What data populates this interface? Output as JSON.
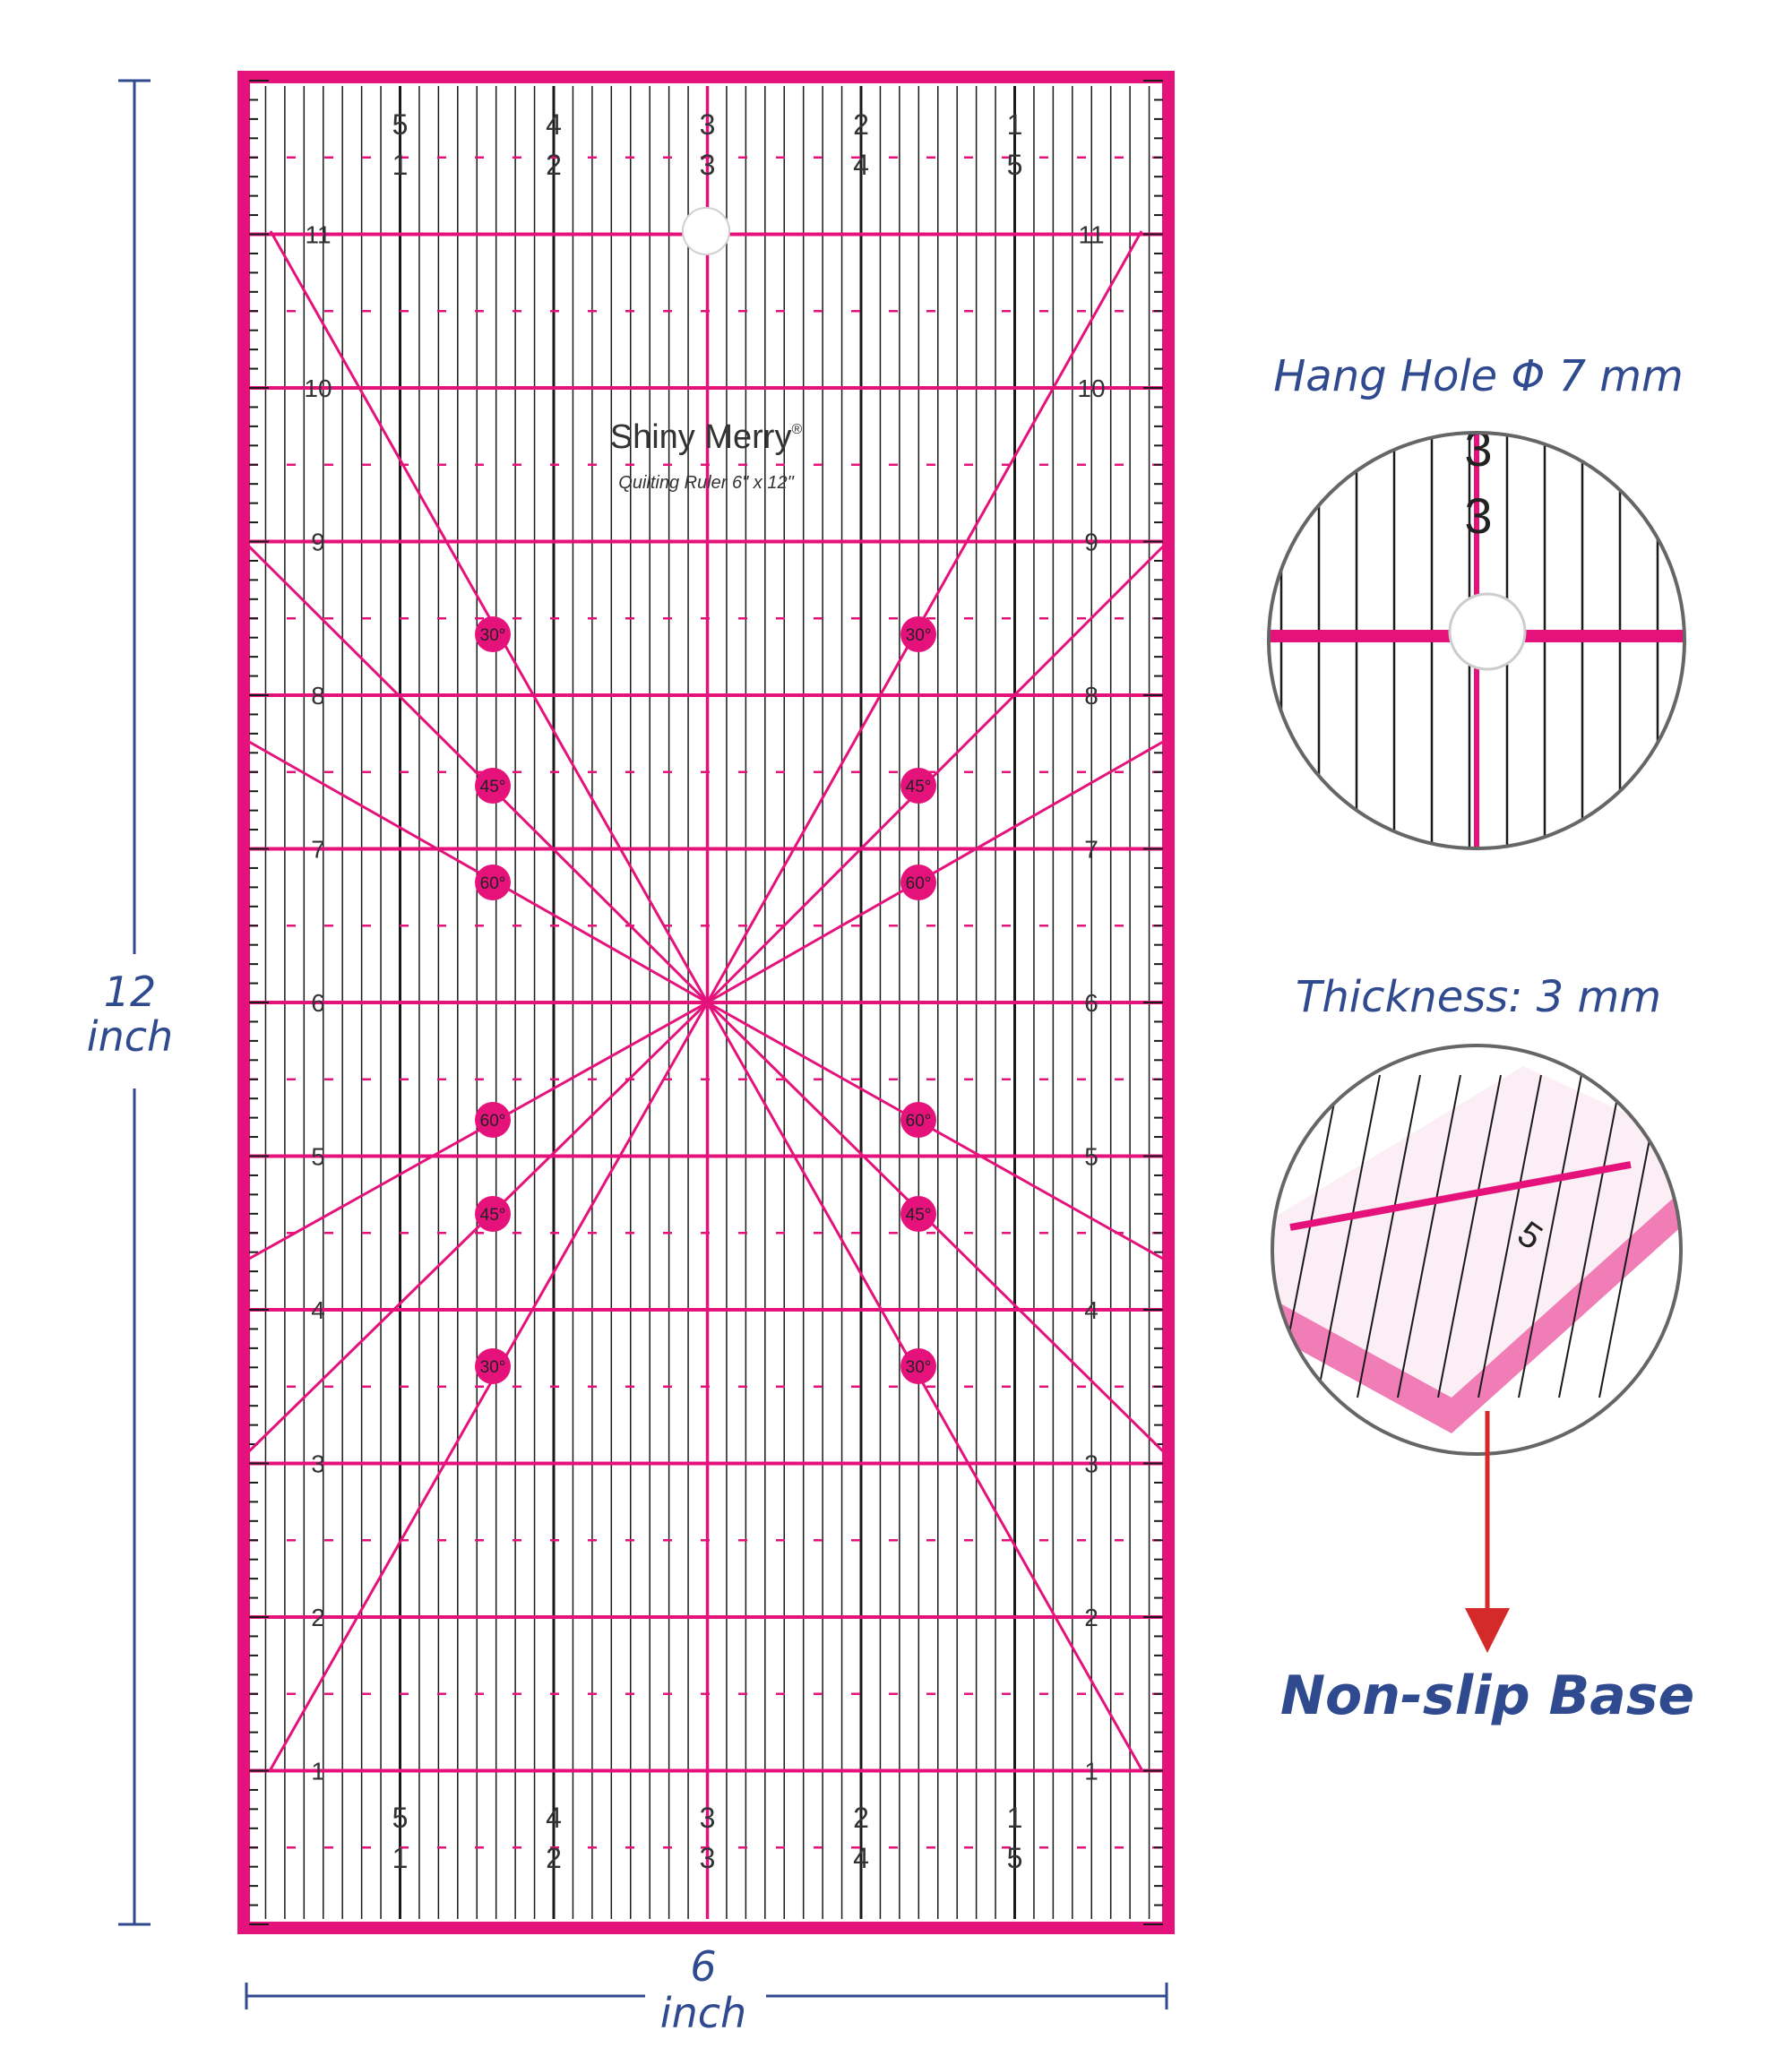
{
  "dimensions": {
    "height_number": "12",
    "height_unit": "inch",
    "width_number": "6",
    "width_unit": "inch"
  },
  "ruler": {
    "brand": "Shiny Merry",
    "registered_mark": "®",
    "model": "Quilting Ruler 6\" x 12\"",
    "inch_marks": [
      "1",
      "2",
      "3",
      "4",
      "5",
      "6",
      "7",
      "8",
      "9",
      "10",
      "11"
    ],
    "fraction_labels": [
      {
        "top": "5",
        "bottom": "1"
      },
      {
        "top": "4",
        "bottom": "2"
      },
      {
        "top": "3",
        "bottom": "3"
      },
      {
        "top": "2",
        "bottom": "4"
      },
      {
        "top": "1",
        "bottom": "5"
      }
    ],
    "angle_labels": [
      "30°",
      "45°",
      "60°"
    ]
  },
  "callouts": {
    "hang_hole": "Hang Hole Φ 7 mm",
    "thickness": "Thickness: 3 mm",
    "base": "Non-slip Base"
  },
  "colors": {
    "accent_pink": "#e6127c",
    "label_blue": "#2f4a8f",
    "arrow_red": "#d42a2a",
    "line_black": "#1a1a1a"
  }
}
